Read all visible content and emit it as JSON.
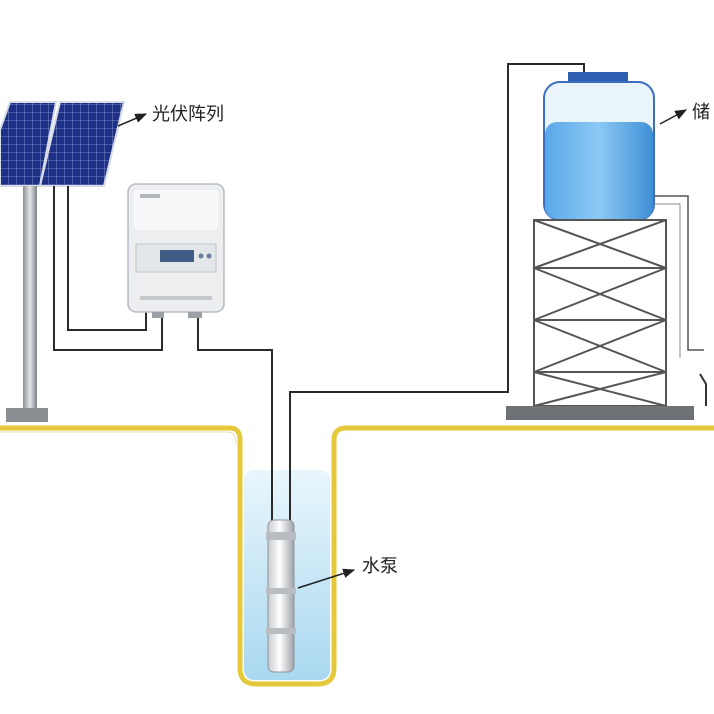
{
  "labels": {
    "pv_array": "光伏阵列",
    "storage": "储",
    "pump": "水泵"
  },
  "colors": {
    "ground": "#e6c93a",
    "water": "#bfe3f5",
    "panel": "#1e2f86",
    "pipe": "#2a2a2a"
  }
}
